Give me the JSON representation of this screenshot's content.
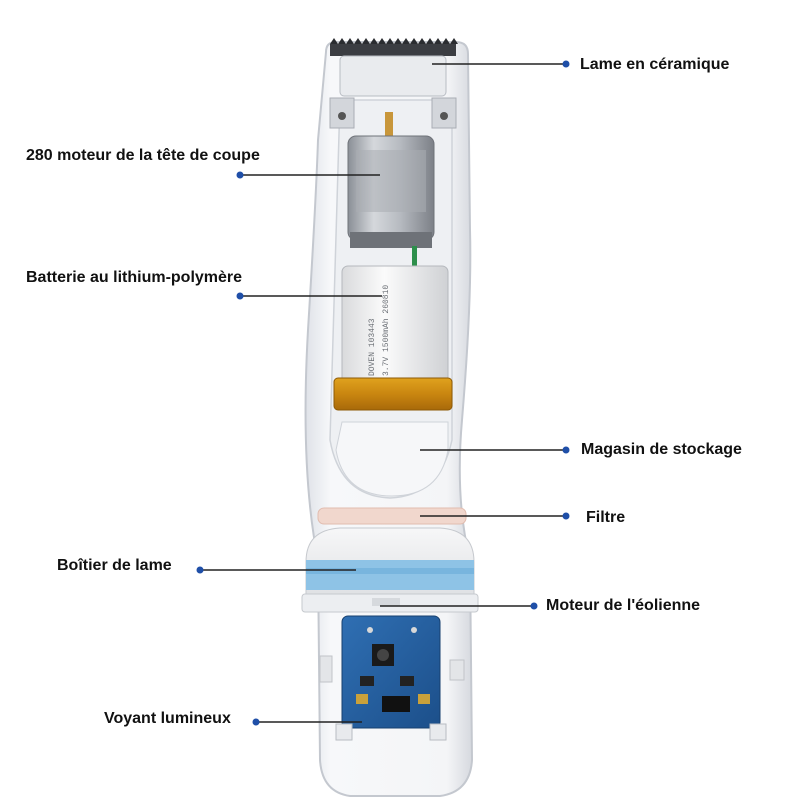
{
  "colors": {
    "background": "#ffffff",
    "leader_line": "#222222",
    "dot": "#1f4fa8",
    "text": "#111111"
  },
  "labels": {
    "blade": "Lame en céramique",
    "motor_280": "280 moteur de la tête de coupe",
    "battery": "Batterie au lithium-polymère",
    "storage": "Magasin de stockage",
    "filter": "Filtre",
    "blade_housing": "Boîtier de lame",
    "fan_motor": "Moteur de l'éolienne",
    "indicator": "Voyant lumineux"
  },
  "battery_print": {
    "line1": "DOVEN 103443",
    "line2": "3.7V 1500mAh 260810"
  }
}
